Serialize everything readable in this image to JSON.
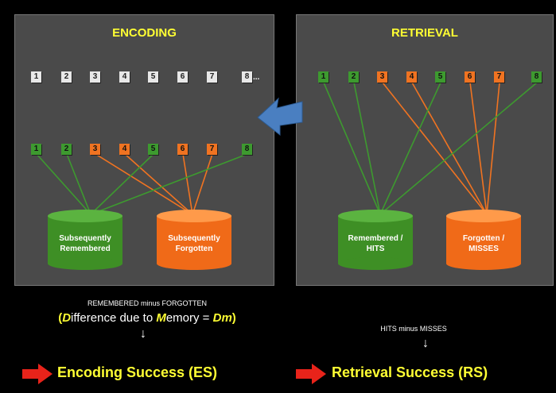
{
  "encoding": {
    "title": "ENCODING",
    "top_items": [
      "1",
      "2",
      "3",
      "4",
      "5",
      "6",
      "7",
      "8"
    ],
    "top_ellipsis": "...",
    "bottom_items": [
      {
        "n": "1",
        "c": "green"
      },
      {
        "n": "2",
        "c": "green"
      },
      {
        "n": "3",
        "c": "orange"
      },
      {
        "n": "4",
        "c": "orange"
      },
      {
        "n": "5",
        "c": "green"
      },
      {
        "n": "6",
        "c": "orange"
      },
      {
        "n": "7",
        "c": "orange"
      },
      {
        "n": "8",
        "c": "green"
      }
    ],
    "cyl_left": "Subsequently Remembered",
    "cyl_right": "Subsequently Forgotten"
  },
  "retrieval": {
    "title": "RETRIEVAL",
    "items": [
      {
        "n": "1",
        "c": "green"
      },
      {
        "n": "2",
        "c": "green"
      },
      {
        "n": "3",
        "c": "orange"
      },
      {
        "n": "4",
        "c": "orange"
      },
      {
        "n": "5",
        "c": "green"
      },
      {
        "n": "6",
        "c": "orange"
      },
      {
        "n": "7",
        "c": "orange"
      },
      {
        "n": "8",
        "c": "green"
      }
    ],
    "cyl_left_1": "Remembered /",
    "cyl_left_2": "HITS",
    "cyl_right_1": "Forgotten /",
    "cyl_right_2": "MISSES"
  },
  "bottom": {
    "enc_sub": "REMEMBERED minus FORGOTTEN",
    "enc_formula_open": "(",
    "enc_formula_D": "D",
    "enc_formula_mid": "ifference due to ",
    "enc_formula_M": "M",
    "enc_formula_end": "emory = ",
    "enc_formula_Dm": "Dm",
    "enc_formula_close": ")",
    "enc_arrow": "↓",
    "enc_result": "Encoding Success (ES)",
    "ret_sub": "HITS minus MISSES",
    "ret_arrow": "↓",
    "ret_result": "Retrieval Success (RS)"
  },
  "colors": {
    "green": "#3d9a2f",
    "orange": "#f07321",
    "yellow": "#ffff33",
    "blue_arrow": "#4a7fc1",
    "red_arrow": "#e8231a"
  }
}
